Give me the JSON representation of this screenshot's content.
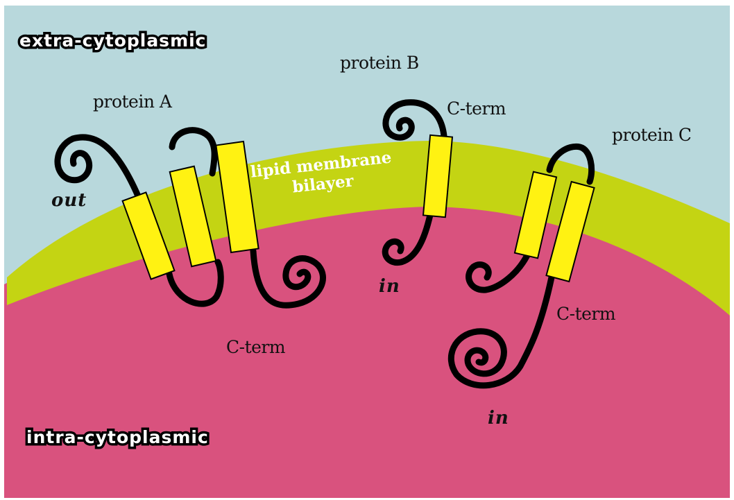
{
  "regions": {
    "extra": "extra-cytoplasmic",
    "intra": "intra-cytoplasmic"
  },
  "membrane": {
    "label_line1": "lipid membrane",
    "label_line2": "bilayer"
  },
  "proteins": {
    "a": {
      "name": "protein A",
      "side_label": "out",
      "terminal_label": "C-term"
    },
    "b": {
      "name": "protein B",
      "side_label": "in",
      "terminal_label": "C-term"
    },
    "c": {
      "name": "protein C",
      "side_label": "in",
      "terminal_label": "C-term"
    }
  },
  "colors": {
    "extracellular": "#b8d8dc",
    "membrane": "#c4d413",
    "intracellular": "#d9527e",
    "helix": "#fff212",
    "chain": "#000000"
  }
}
